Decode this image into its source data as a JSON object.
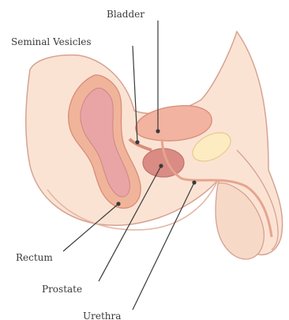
{
  "labels": {
    "bladder": "Bladder",
    "seminal_vesicles": "Seminal Vesicles",
    "rectum": "Rectum",
    "prostate": "Prostate",
    "urethra": "Urethra"
  },
  "colors": {
    "background": "#ffffff",
    "body_fill": "#fbe3d4",
    "body_outline": "#d6a291",
    "rectum_outer": "#f0b49a",
    "rectum_inner": "#e9a5a6",
    "bladder": "#f2b3a1",
    "prostate": "#d98b84",
    "bone": "#fdebc2",
    "line": "#3a3a3a"
  }
}
